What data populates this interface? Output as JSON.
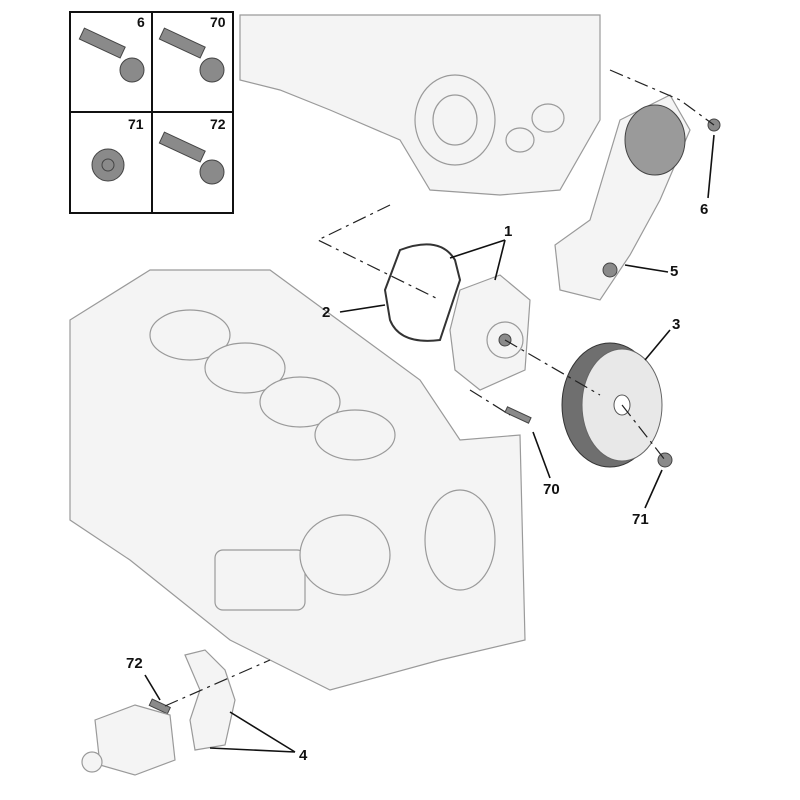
{
  "inset": {
    "cells": [
      {
        "label": "6"
      },
      {
        "label": "70"
      },
      {
        "label": "71"
      },
      {
        "label": "72"
      }
    ]
  },
  "callouts": {
    "c1": "1",
    "c2": "2",
    "c3": "3",
    "c4": "4",
    "c5": "5",
    "c6": "6",
    "c70": "70",
    "c71": "71",
    "c72": "72"
  }
}
